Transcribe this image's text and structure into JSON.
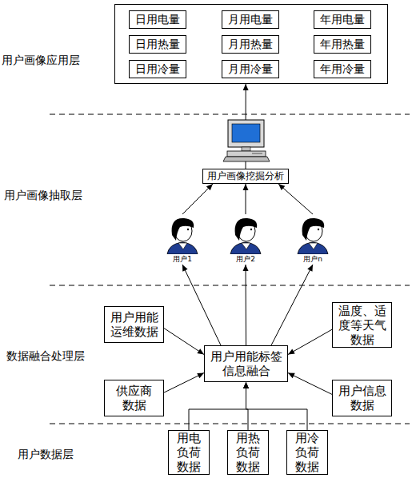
{
  "diagram": {
    "nodes": [
      {
        "text": []
      },
      {
        "text": [
          "日用电量"
        ],
        "in": 0
      },
      {
        "text": [
          "月用电量"
        ],
        "in": 0
      },
      {
        "text": [
          "年用电量"
        ],
        "in": 0
      },
      {
        "text": [
          "日用热量"
        ],
        "in": 0
      },
      {
        "text": [
          "月用热量"
        ],
        "in": 0
      },
      {
        "text": [
          "年用热量"
        ],
        "in": 0
      },
      {
        "text": [
          "日用冷量"
        ],
        "in": 0
      },
      {
        "text": [
          "月用冷量"
        ],
        "in": 0
      },
      {
        "text": [
          "年用冷量"
        ],
        "in": 0
      },
      {
        "text": [
          "用户画像挖掘分析"
        ]
      },
      {
        "text": [
          "用户1"
        ]
      },
      {
        "text": [
          "用户2"
        ]
      },
      {
        "text": [
          "用户n"
        ]
      },
      {
        "text": [
          "用户用能 运维数据"
        ]
      },
      {
        "text": [
          "温度、适 度等天气 数据"
        ]
      },
      {
        "text": [
          "用户用能标签 信息融合"
        ]
      },
      {
        "text": [
          "供应商 数据"
        ]
      },
      {
        "text": [
          "用户信息 数据"
        ]
      },
      {
        "text": [
          "用电 负荷 数据"
        ]
      },
      {
        "text": [
          "用热 负荷 数据"
        ]
      },
      {
        "text": [
          "用冷 负荷 数据"
        ]
      }
    ],
    "edges": [
      {
        "from": 10,
        "to": 0,
        "arrow": "to"
      },
      {
        "from": 11,
        "to": 10,
        "arrow": "to"
      },
      {
        "from": 12,
        "to": 10,
        "arrow": "to"
      },
      {
        "from": 13,
        "to": 10,
        "arrow": "to"
      },
      {
        "from": 16,
        "to": 11,
        "arrow": "to"
      },
      {
        "from": 16,
        "to": 12,
        "arrow": "to"
      },
      {
        "from": 16,
        "to": 13,
        "arrow": "to"
      },
      {
        "from": 14,
        "to": 16,
        "arrow": "to"
      },
      {
        "from": 15,
        "to": 16,
        "arrow": "to"
      },
      {
        "from": 17,
        "to": 16,
        "arrow": "to"
      },
      {
        "from": 18,
        "to": 16,
        "arrow": "to"
      },
      {
        "from": 19,
        "to": 16,
        "arrow": "to"
      },
      {
        "from": 20,
        "to": 16,
        "arrow": "to"
      },
      {
        "from": 21,
        "to": 16,
        "arrow": "to"
      }
    ],
    "labels": [
      "用户画像应用层",
      "用户画像抽取层",
      "数据融合处理层",
      "用户数据层"
    ]
  }
}
